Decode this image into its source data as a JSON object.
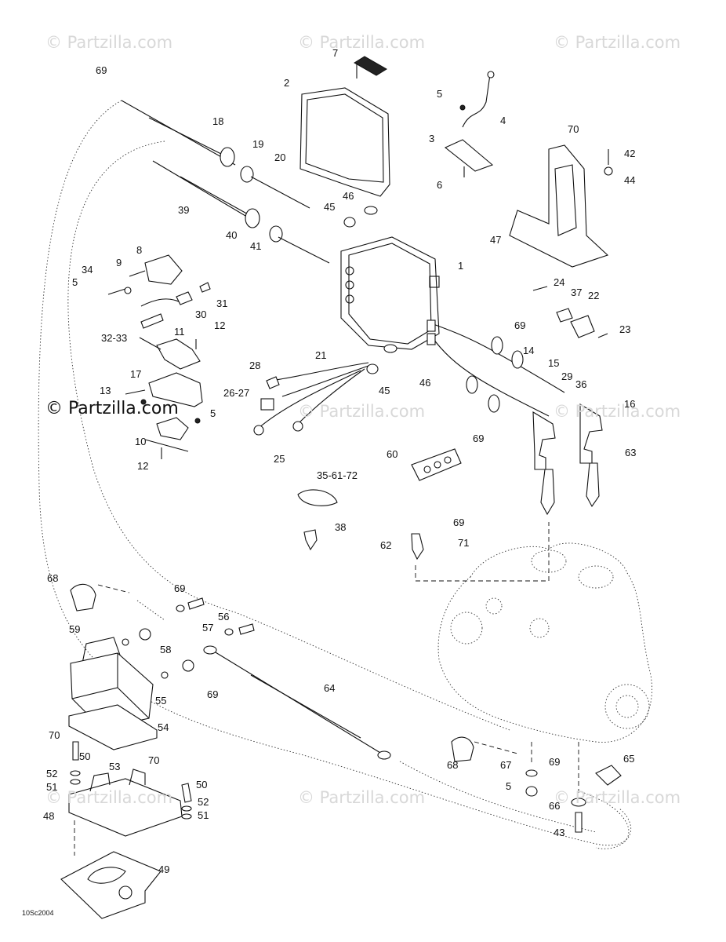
{
  "watermarks": [
    "© Partzilla.com",
    "© Partzilla.com",
    "© Partzilla.com",
    "© Partzilla.com",
    "© Partzilla.com",
    "© Partzilla.com",
    "© Partzilla.com",
    "© Partzilla.com"
  ],
  "watermark_main": "© Partzilla.com",
  "drawing_code": "10Sc2004",
  "callouts": [
    "69",
    "7",
    "2",
    "5",
    "4",
    "3",
    "6",
    "18",
    "19",
    "20",
    "39",
    "40",
    "41",
    "46",
    "45",
    "70",
    "42",
    "44",
    "47",
    "1",
    "8",
    "9",
    "34",
    "5",
    "31",
    "30",
    "32-33",
    "11",
    "12",
    "17",
    "13",
    "5",
    "10",
    "12",
    "21",
    "28",
    "26-27",
    "25",
    "45",
    "46",
    "24",
    "37",
    "22",
    "69",
    "23",
    "14",
    "15",
    "29",
    "36",
    "16",
    "69",
    "63",
    "60",
    "35-61-72",
    "38",
    "69",
    "62",
    "71",
    "68",
    "69",
    "56",
    "57",
    "59",
    "58",
    "69",
    "64",
    "55",
    "54",
    "70",
    "50",
    "53",
    "52",
    "51",
    "48",
    "70",
    "50",
    "52",
    "51",
    "49",
    "68",
    "67",
    "69",
    "65",
    "5",
    "66",
    "43"
  ]
}
